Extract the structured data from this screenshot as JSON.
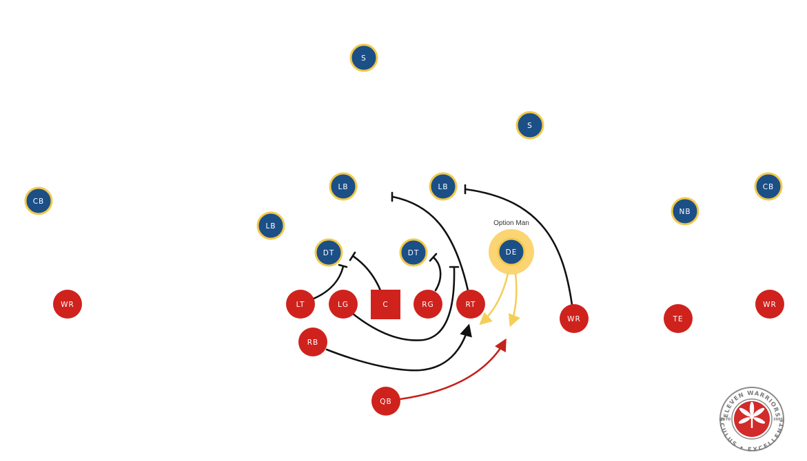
{
  "colors": {
    "defense_fill": "#1b4f86",
    "defense_ring": "#f2c94c",
    "offense_fill": "#cf221d",
    "option_highlight": "#fbd573",
    "option_arrow": "#f4cf58",
    "block_line": "#111111",
    "qb_path": "#c4221d"
  },
  "defense": {
    "safety_deep": "S",
    "safety_right": "S",
    "lb_left": "LB",
    "lb_right": "LB",
    "lb_outside": "LB",
    "cb_left": "CB",
    "cb_right": "CB",
    "nickel": "NB",
    "dt_left": "DT",
    "dt_right": "DT",
    "de_option": "DE"
  },
  "offense": {
    "wr_left": "WR",
    "lt": "LT",
    "lg": "LG",
    "center": "C",
    "rg": "RG",
    "rt": "RT",
    "rb": "RB",
    "qb": "QB",
    "wr_slot": "WR",
    "te": "TE",
    "wr_right": "WR"
  },
  "annotations": {
    "option_man": "Option Man"
  },
  "logo": {
    "top_text": "ELEVEN WARRIORS",
    "bottom_text": "AESCULUS • EXCELLENTIAM",
    "left_text": "ESTD",
    "right_text": "2006",
    "icon": "buckeye-leaf-icon"
  }
}
